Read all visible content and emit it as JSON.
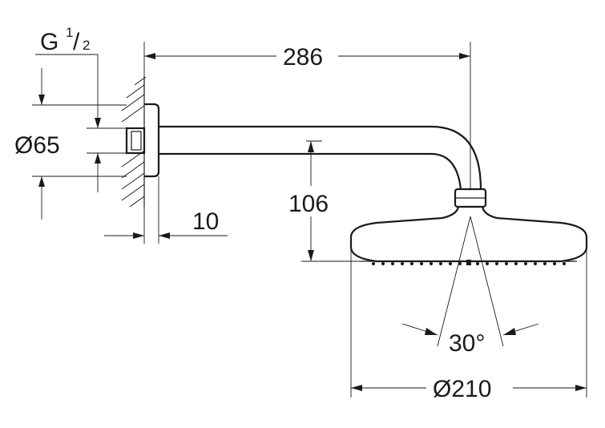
{
  "dimensions": {
    "thread_prefix": "G",
    "thread_numerator": "1",
    "thread_slash": "/",
    "thread_denominator": "2",
    "flange_diameter": "Ø65",
    "arm_length": "286",
    "wall_offset": "10",
    "height_drop": "106",
    "spray_angle": "30°",
    "head_diameter": "Ø210"
  },
  "colors": {
    "line": "#1a1a1a",
    "background": "#ffffff"
  }
}
